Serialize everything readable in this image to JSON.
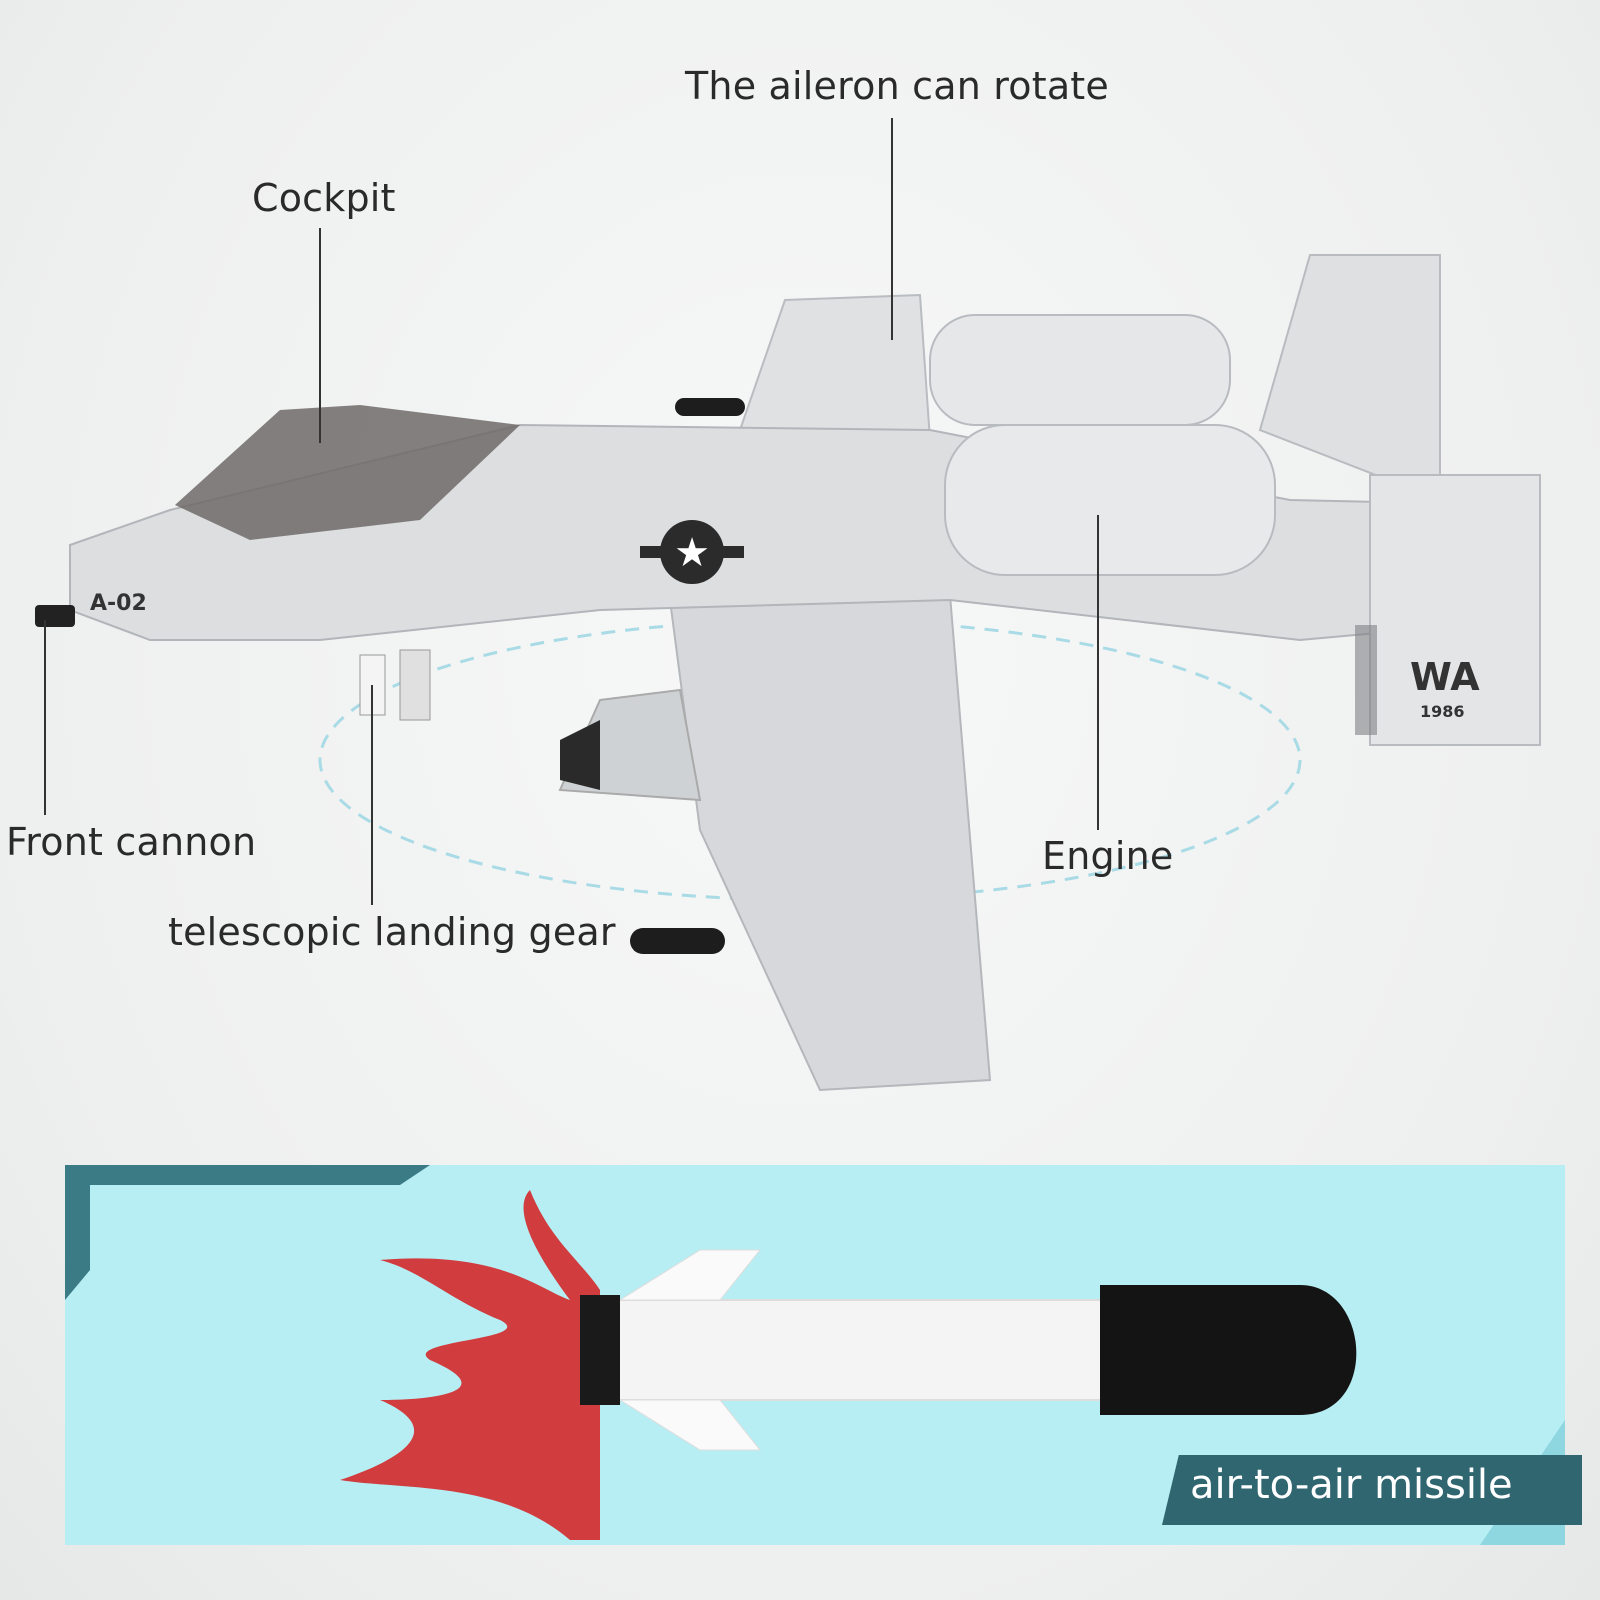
{
  "callouts": {
    "aileron": "The aileron can rotate",
    "cockpit": "Cockpit",
    "front_cannon": "Front cannon",
    "landing_gear": "telescopic landing gear",
    "engine": "Engine"
  },
  "model_markings": {
    "nose": "A-02",
    "tail": "WA",
    "tail_year": "1986"
  },
  "missile_panel": {
    "label": "air-to-air missile",
    "colors": {
      "panel": "#b7eef3",
      "accent": "#2f6670",
      "flame": "#d4282a"
    }
  }
}
